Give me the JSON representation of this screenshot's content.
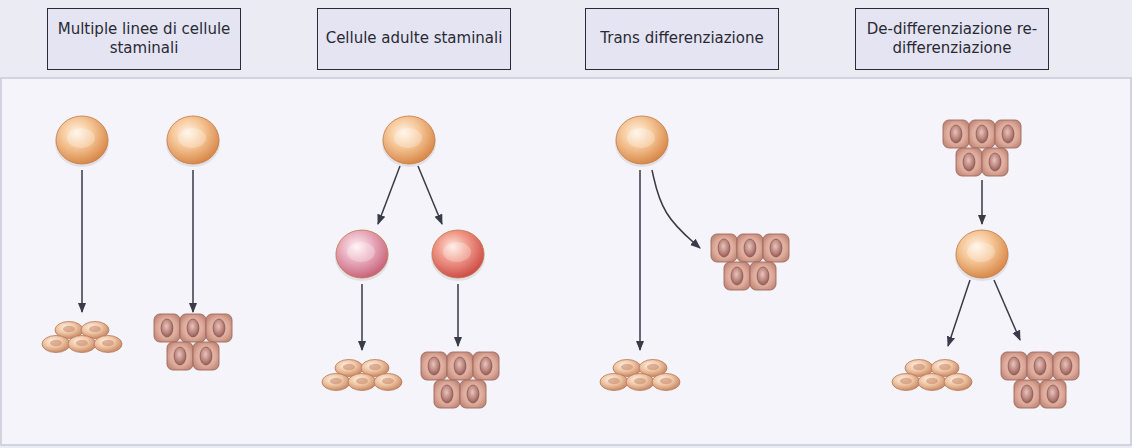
{
  "diagram": {
    "nodes": [
      {
        "text": [
          "Multiple linee di cellule staminali"
        ]
      },
      {
        "text": [
          "Cellule adulte staminali"
        ]
      },
      {
        "text": [
          "Trans differenziazione"
        ]
      },
      {
        "text": [
          "De-differenziazione re-differenziazione"
        ]
      }
    ]
  }
}
